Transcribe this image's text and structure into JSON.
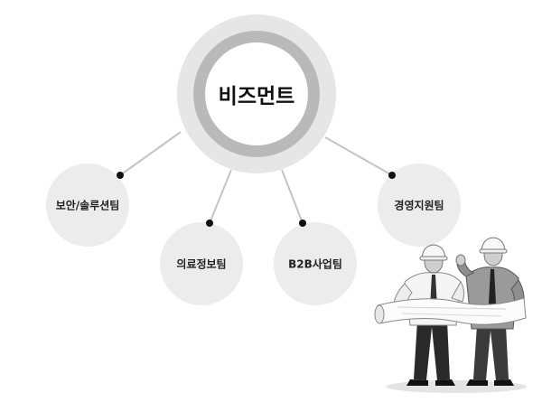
{
  "center": {
    "label": "비즈먼트"
  },
  "departments": [
    {
      "key": "security",
      "label": "보안/솔루션팀"
    },
    {
      "key": "medical",
      "label": "의료정보팀"
    },
    {
      "key": "b2b",
      "label": "B2B사업팀"
    },
    {
      "key": "management",
      "label": "경영지원팀"
    }
  ],
  "colors": {
    "outer_ring": "#e6e6e6",
    "mid_ring": "#b9b9b9",
    "inner_fill": "#ffffff",
    "node_fill": "#ececec",
    "connector": "#c4c4c4",
    "dot": "#111111"
  },
  "illustration": "two-engineers-with-blueprint"
}
